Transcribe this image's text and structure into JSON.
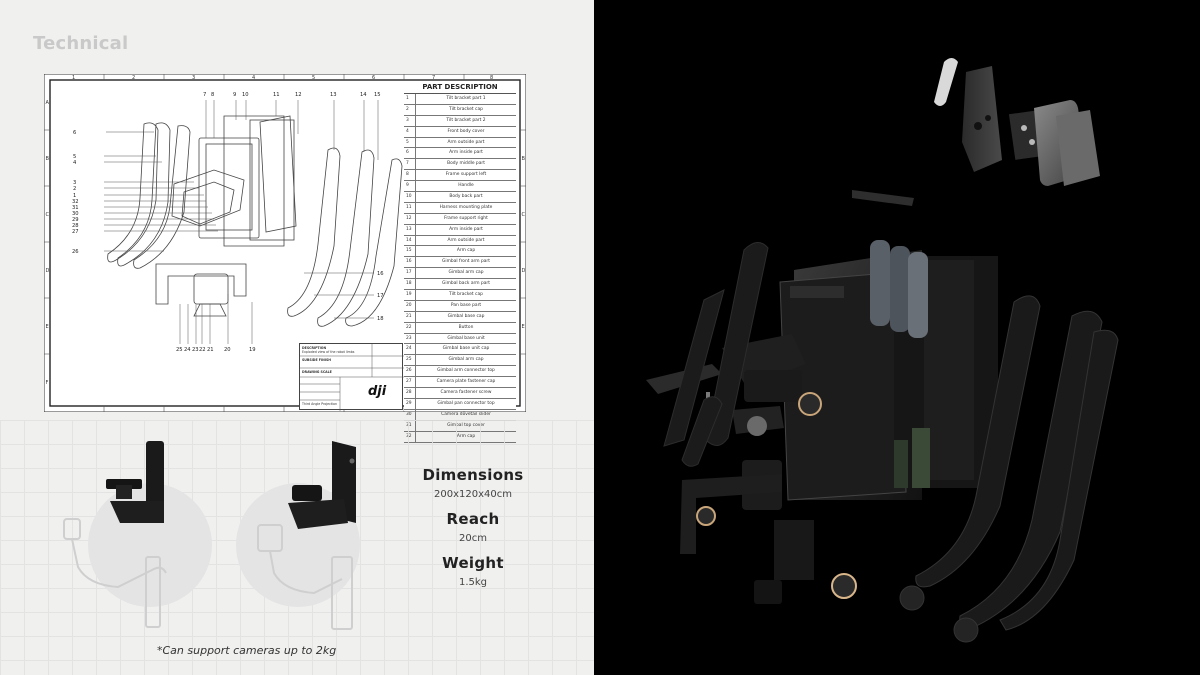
{
  "page": {
    "title": "Technical"
  },
  "parts_table": {
    "heading": "PART DESCRIPTION",
    "rows": [
      {
        "n": "1",
        "name": "Tilt bracket part 1"
      },
      {
        "n": "2",
        "name": "Tilt bracket cap"
      },
      {
        "n": "3",
        "name": "Tilt bracket part 2"
      },
      {
        "n": "4",
        "name": "Front body cover"
      },
      {
        "n": "5",
        "name": "Arm outside part"
      },
      {
        "n": "6",
        "name": "Arm inside part"
      },
      {
        "n": "7",
        "name": "Body middle part"
      },
      {
        "n": "8",
        "name": "Frame support left"
      },
      {
        "n": "9",
        "name": "Handle"
      },
      {
        "n": "10",
        "name": "Body back part"
      },
      {
        "n": "11",
        "name": "Harness mounting plate"
      },
      {
        "n": "12",
        "name": "Frame support right"
      },
      {
        "n": "13",
        "name": "Arm inside part"
      },
      {
        "n": "14",
        "name": "Arm outside part"
      },
      {
        "n": "15",
        "name": "Arm cap"
      },
      {
        "n": "16",
        "name": "Gimbal front arm part"
      },
      {
        "n": "17",
        "name": "Gimbal arm cap"
      },
      {
        "n": "18",
        "name": "Gimbal back arm part"
      },
      {
        "n": "19",
        "name": "Tilt bracket cap"
      },
      {
        "n": "20",
        "name": "Pan base part"
      },
      {
        "n": "21",
        "name": "Gimbal base cap"
      },
      {
        "n": "22",
        "name": "Button"
      },
      {
        "n": "23",
        "name": "Gimbal base unit"
      },
      {
        "n": "24",
        "name": "Gimbal base unit cap"
      },
      {
        "n": "25",
        "name": "Gimbal arm cap"
      },
      {
        "n": "26",
        "name": "Gimbal arm connector top"
      },
      {
        "n": "27",
        "name": "Camera plate fastener cap"
      },
      {
        "n": "28",
        "name": "Camera fastener screw"
      },
      {
        "n": "29",
        "name": "Gimbal pan connector top"
      },
      {
        "n": "30",
        "name": "Camera dovetail slider"
      },
      {
        "n": "31",
        "name": "Gimbal top cover"
      },
      {
        "n": "32",
        "name": "Arm cap"
      }
    ]
  },
  "title_block": {
    "description_label": "DESCRIPTION",
    "description_text": "Exploded view of the robot limbs",
    "subtitle_label": "SUBSIDE FINISH",
    "scale_label": "DRAWING SCALE",
    "projection": "Third Angle Projection",
    "logo": "dji"
  },
  "frame_labels": {
    "top_numbers": [
      "1",
      "2",
      "3",
      "4",
      "5",
      "6",
      "7",
      "8"
    ],
    "side_letters": [
      "A",
      "B",
      "C",
      "D",
      "E",
      "F"
    ]
  },
  "callouts": {
    "top": [
      "7",
      "8",
      "9",
      "10",
      "11",
      "12",
      "13",
      "14",
      "15"
    ],
    "left": [
      "6",
      "5",
      "4",
      "3",
      "2",
      "1",
      "32",
      "31",
      "30",
      "29",
      "28",
      "27",
      "26"
    ],
    "right": [
      "16",
      "17",
      "18"
    ],
    "bottom": [
      "25",
      "24",
      "23",
      "22",
      "21",
      "20",
      "19"
    ]
  },
  "specs": {
    "dimensions_label": "Dimensions",
    "dimensions_value": "200x120x40cm",
    "reach_label": "Reach",
    "reach_value": "20cm",
    "weight_label": "Weight",
    "weight_value": "1.5kg"
  },
  "footnote": "*Can support cameras up to 2kg",
  "colors": {
    "left_bg": "#f0f0ef",
    "right_bg": "#000000",
    "ink": "#222222"
  }
}
